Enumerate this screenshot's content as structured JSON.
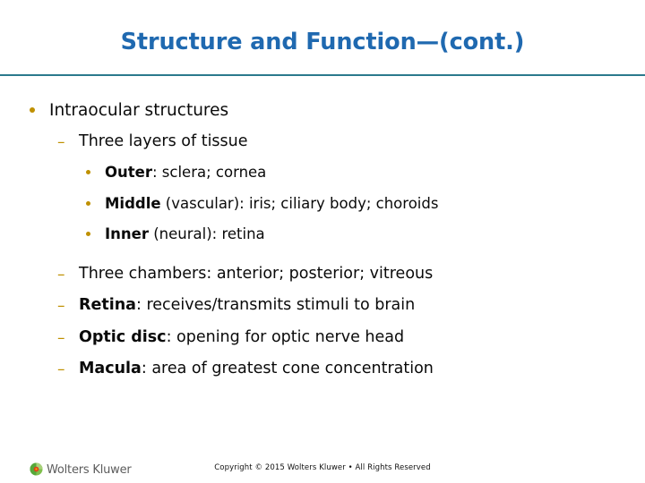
{
  "slide": {
    "title": "Structure and Function—(cont.)",
    "title_color": "#1F69B0",
    "rule_color": "#2B7A8C",
    "bullet_color": "#BF9000",
    "text_color": "#0A0A0A"
  },
  "content": {
    "level1": {
      "text": "Intraocular structures"
    },
    "three_layers": {
      "text": "Three layers of tissue"
    },
    "layers": [
      {
        "bold": "Outer",
        "rest": ": sclera; cornea"
      },
      {
        "bold": "Middle",
        "rest": " (vascular): iris; ciliary body; choroids"
      },
      {
        "bold": "Inner",
        "rest": " (neural): retina"
      }
    ],
    "sublevel2": [
      {
        "bold": "",
        "rest": "Three chambers: anterior; posterior; vitreous"
      },
      {
        "bold": "Retina",
        "rest": ": receives/transmits stimuli to brain"
      },
      {
        "bold": "Optic disc",
        "rest": ": opening for optic nerve head"
      },
      {
        "bold": "Macula",
        "rest": ": area of greatest cone concentration"
      }
    ],
    "dash_glyph": "–"
  },
  "footer": {
    "logo_text": "Wolters Kluwer",
    "copyright": "Copyright © 2015 Wolters Kluwer • All Rights Reserved"
  }
}
